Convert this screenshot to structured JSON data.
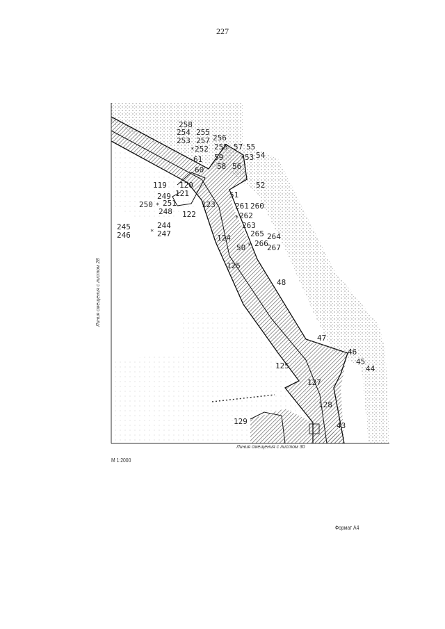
{
  "page": {
    "number": "227",
    "scale": "М 1:2000",
    "format": "Формат А4",
    "offset_line_bottom": "Линия смещения с листом 30",
    "offset_line_left": "Линия смещения с листом 28"
  },
  "map": {
    "labels": [
      {
        "text": "258"
      },
      {
        "text": "254"
      },
      {
        "text": "255"
      },
      {
        "text": "253"
      },
      {
        "text": "257"
      },
      {
        "text": "256"
      },
      {
        "text": "252"
      },
      {
        "text": "255"
      },
      {
        "text": "57"
      },
      {
        "text": "55"
      },
      {
        "text": "54"
      },
      {
        "text": "61"
      },
      {
        "text": "59"
      },
      {
        "text": "53"
      },
      {
        "text": "60"
      },
      {
        "text": "58"
      },
      {
        "text": "56"
      },
      {
        "text": "119"
      },
      {
        "text": "120"
      },
      {
        "text": "52"
      },
      {
        "text": "121"
      },
      {
        "text": "249"
      },
      {
        "text": "51"
      },
      {
        "text": "250"
      },
      {
        "text": "251"
      },
      {
        "text": "123"
      },
      {
        "text": "261"
      },
      {
        "text": "260"
      },
      {
        "text": "248"
      },
      {
        "text": "122"
      },
      {
        "text": "262"
      },
      {
        "text": "263"
      },
      {
        "text": "245"
      },
      {
        "text": "244"
      },
      {
        "text": "246"
      },
      {
        "text": "247"
      },
      {
        "text": "124"
      },
      {
        "text": "265"
      },
      {
        "text": "264"
      },
      {
        "text": "50"
      },
      {
        "text": "266"
      },
      {
        "text": "267"
      },
      {
        "text": "125"
      },
      {
        "text": "48"
      },
      {
        "text": "47"
      },
      {
        "text": "46"
      },
      {
        "text": "45"
      },
      {
        "text": "44"
      },
      {
        "text": "125"
      },
      {
        "text": "127"
      },
      {
        "text": "128"
      },
      {
        "text": "129"
      },
      {
        "text": "43"
      }
    ]
  }
}
